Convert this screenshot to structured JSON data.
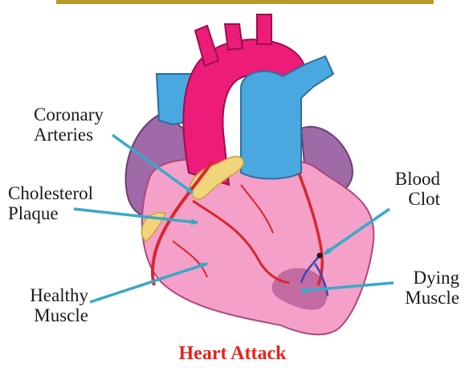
{
  "title": "Heart Attack",
  "labels": {
    "coronary_arteries": {
      "line1": "Coronary",
      "line2": "Arteries"
    },
    "cholesterol_plaque": {
      "line1": "Cholesterol",
      "line2": "Plaque"
    },
    "healthy_muscle": {
      "line1": "Healthy",
      "line2": "Muscle"
    },
    "blood_clot": {
      "line1": "Blood",
      "line2": "Clot"
    },
    "dying_muscle": {
      "line1": "Dying",
      "line2": "Muscle"
    }
  },
  "colors": {
    "aorta": "#ec1c78",
    "vena_cava": "#4aa8e0",
    "heart_muscle": "#f4a0c8",
    "atrium": "#a06aa8",
    "plaque": "#f2d47a",
    "artery": "#d8262e",
    "pointer": "#39a9c8",
    "title_text": "#e8221a",
    "top_bar": "#b89a2a"
  }
}
